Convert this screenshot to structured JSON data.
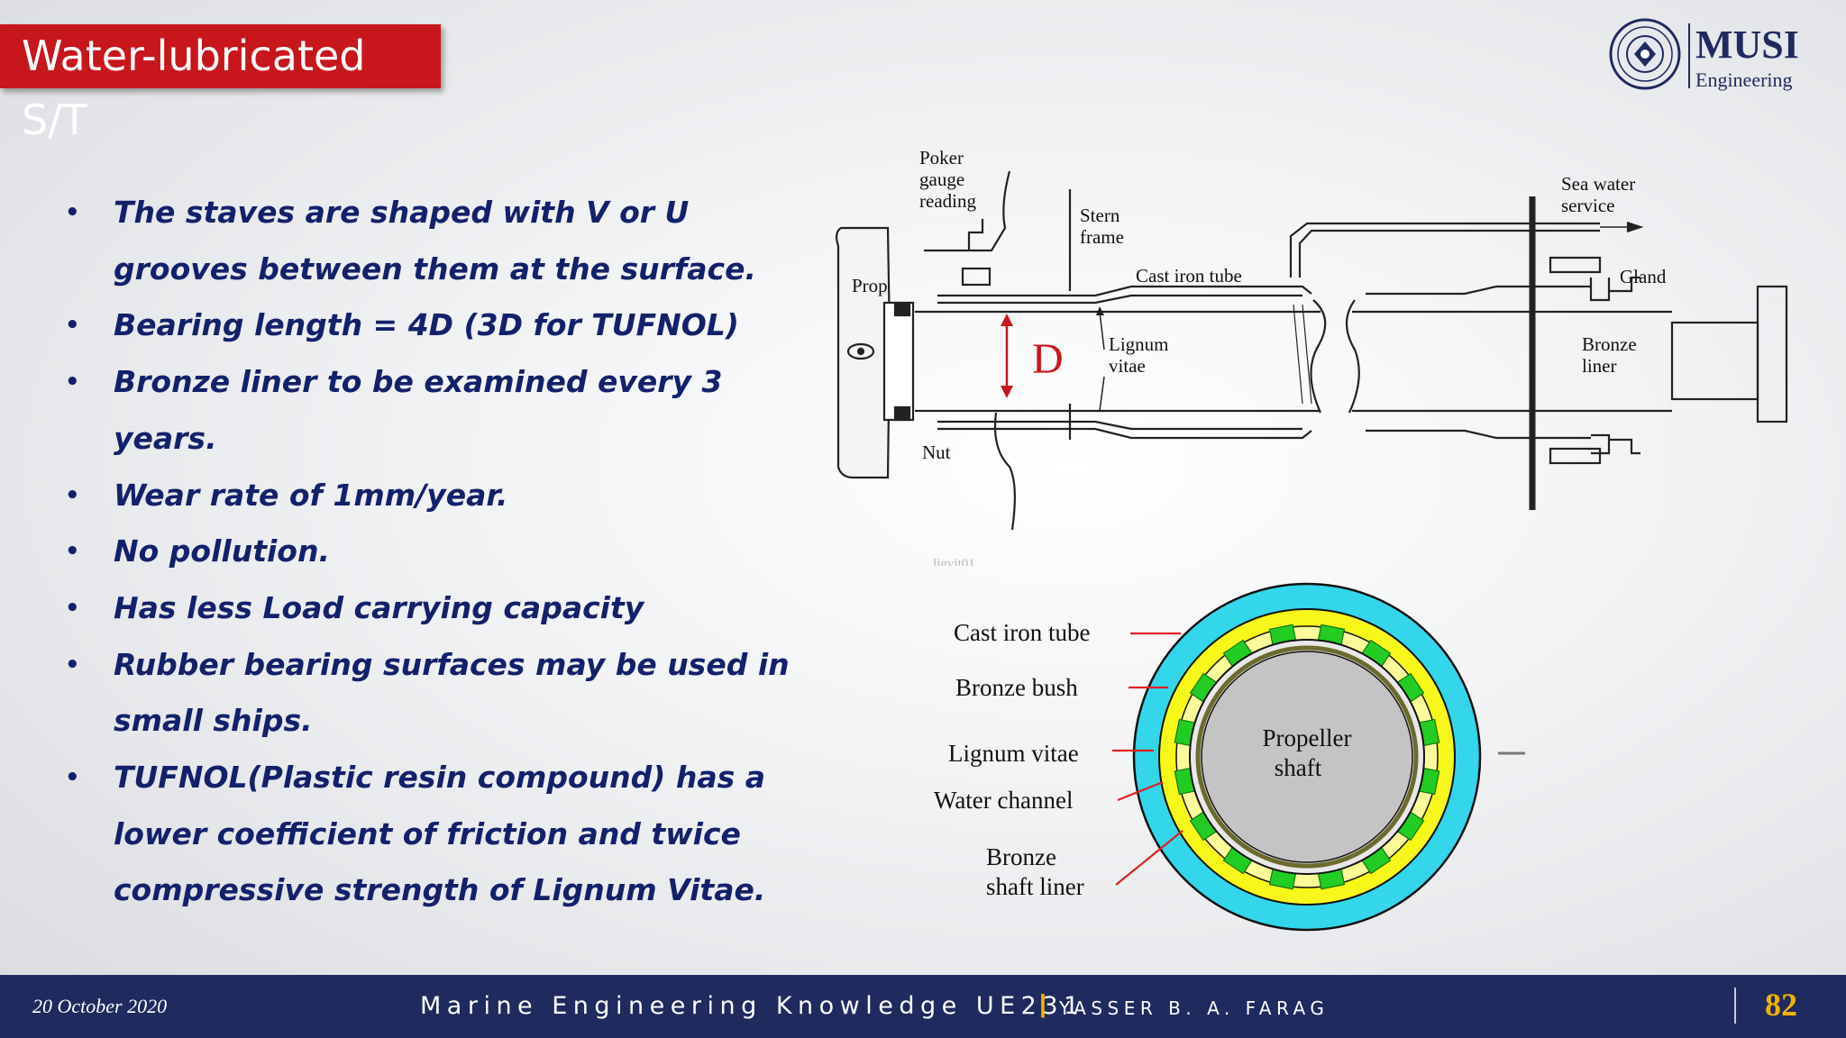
{
  "slide": {
    "title": "Water-lubricated S/T",
    "logo": {
      "name": "MUSI",
      "subtitle": "Engineering"
    },
    "bullets": [
      "The staves are shaped with V or U grooves between them at the surface.",
      "Bearing length = 4D (3D for TUFNOL)",
      "Bronze liner to be examined every 3 years.",
      "Wear rate of 1mm/year.",
      "No pollution.",
      "Has less Load carrying capacity",
      "Rubber bearing surfaces may be used in small ships.",
      "TUFNOL(Plastic resin compound) has a lower coefficient of friction and twice compressive strength of Lignum Vitae."
    ],
    "bullet_symbol": "•"
  },
  "diagram_top": {
    "labels": {
      "poker_1": "Poker",
      "poker_2": "gauge",
      "poker_3": "reading",
      "stern_1": "Stern",
      "stern_2": "frame",
      "sea_1": "Sea water",
      "sea_2": "service",
      "prop": "Prop",
      "cast_iron_tube": "Cast iron tube",
      "gland": "Gland",
      "lignum_1": "Lignum",
      "lignum_2": "vitae",
      "bronze_1": "Bronze",
      "bronze_2": "liner",
      "nut": "Nut",
      "d_marker": "D",
      "credit": "ligvit01"
    },
    "accent_color": "#c8161d"
  },
  "diagram_bottom": {
    "labels": {
      "cast_iron_tube": "Cast iron tube",
      "bronze_bush": "Bronze bush",
      "lignum_vitae": "Lignum vitae",
      "water_channel": "Water channel",
      "liner_1": "Bronze",
      "liner_2": "shaft liner",
      "shaft_1": "Propeller",
      "shaft_2": "shaft"
    },
    "colors": {
      "cast_iron": "#33d6ea",
      "bronze_bush": "#f7f719",
      "staves": "#22cc22",
      "shaft": "#c4c4c4",
      "leader": "#e02020"
    }
  },
  "footer": {
    "date": "20 October 2020",
    "course": "Marine Engineering Knowledge UE231",
    "separator": "|",
    "author": "YASSER B. A. FARAG",
    "page": "82"
  }
}
